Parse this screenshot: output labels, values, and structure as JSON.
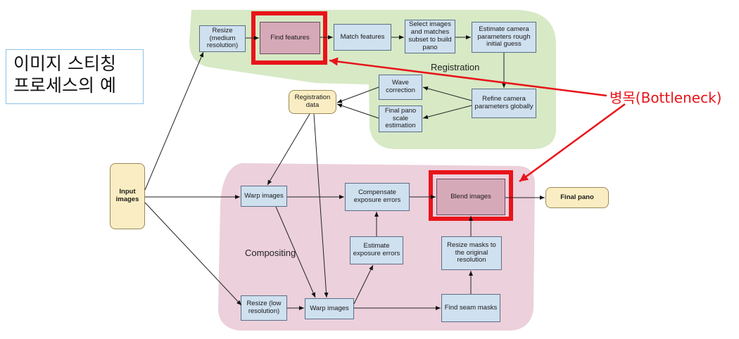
{
  "title": {
    "line1": "이미지 스티칭",
    "line2": "프로세스의 예"
  },
  "regions": {
    "registration": "Registration",
    "compositing": "Compositing"
  },
  "bottleneck_label": "병목(Bottleneck)",
  "nodes": {
    "input_images": "Input images",
    "resize_medium": "Resize (medium resolution)",
    "find_features": "Find features",
    "match_features": "Match features",
    "select_images": "Select images and matches subset to build pano",
    "estimate_camera": "Estimate camera parameters rough initial guess",
    "refine_camera": "Refine camera parameters globally",
    "wave_correction": "Wave correction",
    "final_pano_scale": "Final pano scale estimation",
    "registration_data": "Registration data",
    "warp_images_top": "Warp images",
    "compensate_exposure": "Compensate exposure errors",
    "blend_images": "Blend images",
    "final_pano": "Final pano",
    "estimate_exposure": "Estimate exposure errors",
    "resize_masks": "Resize masks to the original resolution",
    "resize_low": "Resize (low resolution)",
    "warp_images_bottom": "Warp images",
    "find_seam_masks": "Find seam masks"
  },
  "colors": {
    "registration_bg": "#d7e9c5",
    "compositing_bg": "#ecd0dc",
    "highlight": "#e8141a",
    "node_fill": "#cfe0ef",
    "data_fill": "#fbedc3"
  }
}
